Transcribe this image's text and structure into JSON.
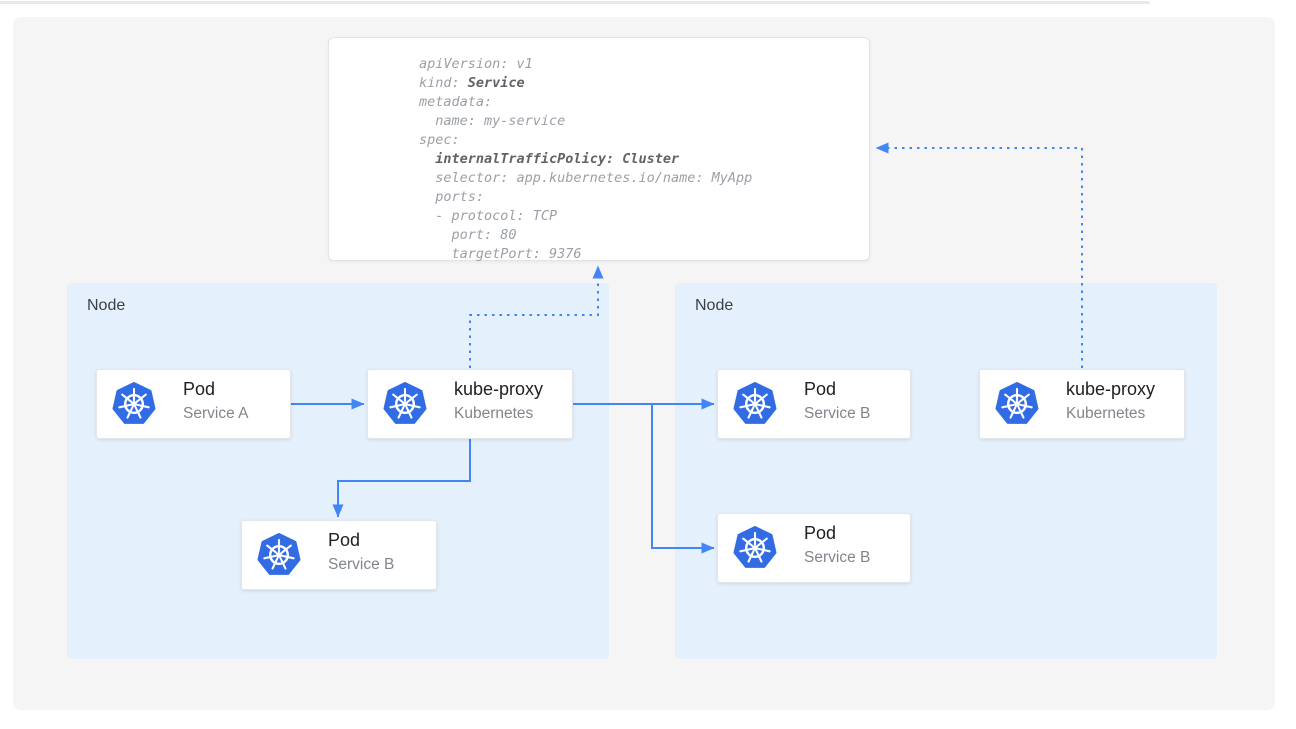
{
  "colors": {
    "accent_blue": "#4285f4",
    "node_fill": "#e4f0fb",
    "panel_bg": "#f5f5f6",
    "k8s_blue": "#326ce5",
    "code_text": "#9aa0a6",
    "code_bold": "#5f6368",
    "label_color": "#3c4043",
    "title_color": "#202124",
    "subtitle_color": "#81868c"
  },
  "yaml_box": {
    "lines": [
      [
        {
          "t": "apiVersion: v1",
          "b": false
        }
      ],
      [
        {
          "t": "kind: ",
          "b": false
        },
        {
          "t": "Service",
          "b": true
        }
      ],
      [
        {
          "t": "metadata:",
          "b": false
        }
      ],
      [
        {
          "t": "  name: my-service",
          "b": false
        }
      ],
      [
        {
          "t": "spec:",
          "b": false
        }
      ],
      [
        {
          "t": "  ",
          "b": false
        },
        {
          "t": "internalTrafficPolicy: Cluster",
          "b": true
        }
      ],
      [
        {
          "t": "  selector: app.kubernetes.io/name: MyApp",
          "b": false
        }
      ],
      [
        {
          "t": "  ports:",
          "b": false
        }
      ],
      [
        {
          "t": "  - protocol: TCP",
          "b": false
        }
      ],
      [
        {
          "t": "    port: 80",
          "b": false
        }
      ],
      [
        {
          "t": "    targetPort: 9376",
          "b": false
        }
      ]
    ]
  },
  "nodes": [
    {
      "label": "Node"
    },
    {
      "label": "Node"
    }
  ],
  "cards": {
    "left_pod_a": {
      "title": "Pod",
      "subtitle": "Service A"
    },
    "left_kube_proxy": {
      "title": "kube-proxy",
      "subtitle": "Kubernetes"
    },
    "left_pod_b": {
      "title": "Pod",
      "subtitle": "Service B"
    },
    "right_pod_b_top": {
      "title": "Pod",
      "subtitle": "Service B"
    },
    "right_pod_b_bottom": {
      "title": "Pod",
      "subtitle": "Service B"
    },
    "right_kube_proxy": {
      "title": "kube-proxy",
      "subtitle": "Kubernetes"
    }
  },
  "icons": {
    "kubernetes": "kubernetes-helm-wheel"
  }
}
